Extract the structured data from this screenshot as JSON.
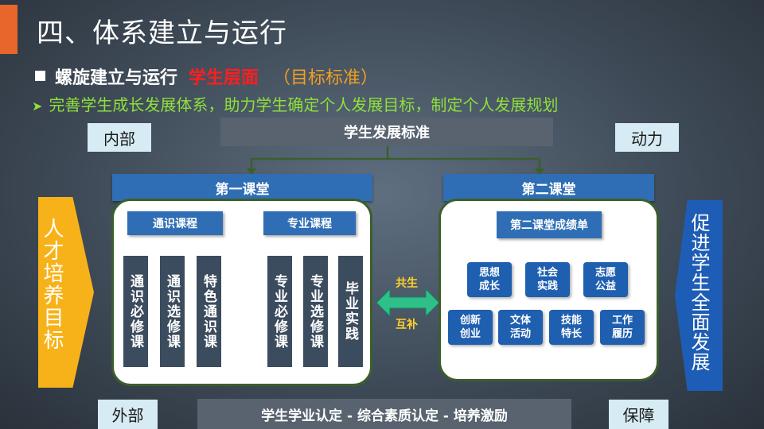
{
  "slide": {
    "title": "四、体系建立与运行",
    "subtitle_main": "螺旋建立与运行",
    "subtitle_red": "学生层面",
    "subtitle_paren": "（目标标准）",
    "bullet": "完善学生成长发展体系，助力学生确定个人发展目标，制定个人发展规划"
  },
  "colors": {
    "accent": "#e8652b",
    "header_blue": "#2f6eb5",
    "highlight_red": "#ff1e1e",
    "bullet_green": "#8fe03c",
    "left_arrow": "#f7b219",
    "right_arrow": "#1e5db5"
  },
  "diagram": {
    "top_bar": "学生发展标准",
    "bottom_bar": "学生学业认定 - 综合素质认定 - 培养激励",
    "corner_tags": {
      "top_left": "内部",
      "top_right": "动力",
      "bottom_left": "外部",
      "bottom_right": "保障"
    },
    "left_arrow": "人才培养目标",
    "right_arrow": "促进学生全面发展",
    "first_class": {
      "header": "第一课堂",
      "general_label": "通识课程",
      "major_label": "专业课程",
      "columns": [
        "通识必修课",
        "通识选修课",
        "特色通识课",
        "专业必修课",
        "专业选修课",
        "毕业实践"
      ]
    },
    "second_class": {
      "header": "第二课堂",
      "report_label": "第二课堂成绩单",
      "tiles": [
        "思想\n成长",
        "社会\n实践",
        "志愿\n公益",
        "创新\n创业",
        "文体\n活动",
        "技能\n特长",
        "工作\n履历"
      ]
    },
    "link": {
      "top": "共生",
      "bottom": "互补"
    }
  }
}
